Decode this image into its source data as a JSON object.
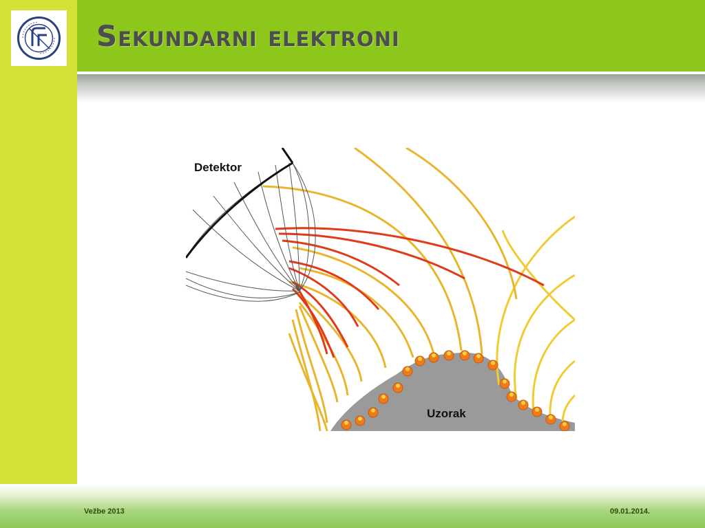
{
  "slide": {
    "title": "Sekundarni elektroni",
    "logo": {
      "icon": "university-seal-icon"
    }
  },
  "diagram": {
    "detector_label": "Detektor",
    "sample_label": "Uzorak",
    "colors": {
      "trajectory_yellow": "#f0cb33",
      "trajectory_orange": "#e0a030",
      "trajectory_red": "#e03a1a",
      "sample": "#9a9a9a",
      "emission_points": "#f07a1a"
    }
  },
  "footer": {
    "left_text": "Vežbe 2013",
    "right_text": "09.01.2014."
  },
  "colors": {
    "sidebar": "#d3e135",
    "header": "#8dc71b",
    "title_text": "#4b4d4e"
  }
}
